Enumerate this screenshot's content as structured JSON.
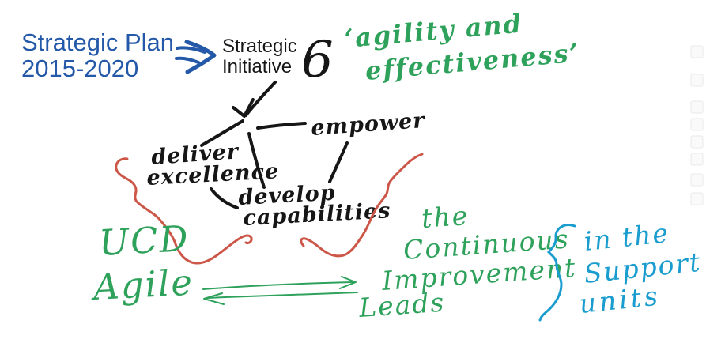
{
  "title": "Strategic Plan whiteboard sketch",
  "colors": {
    "blue": "#2458A8",
    "black": "#161616",
    "green": "#2EA15B",
    "red": "#CC5748",
    "cyan": "#199CCE",
    "faint_fill": "#fafafa",
    "faint_stroke": "#e9e9e9"
  },
  "plan": {
    "line1": "Strategic Plan",
    "line2": "2015-2020"
  },
  "initiative": {
    "line1": "Strategic",
    "line2": "Initiative",
    "number": "6"
  },
  "quote": {
    "line1": "‘agility and",
    "line2": "effectiveness’"
  },
  "nodes": {
    "empower": "empower",
    "deliver_line1": "deliver",
    "deliver_line2": "excellence",
    "develop_line1": "develop",
    "develop_line2": "capabilities"
  },
  "ucd": {
    "line1": "UCD",
    "line2": "Agile"
  },
  "leads": {
    "line1": "the",
    "line2": "Continuous",
    "line3": "Improvement",
    "line4": "Leads"
  },
  "support": {
    "line1": "in the",
    "line2": "Support",
    "line3": "units"
  }
}
